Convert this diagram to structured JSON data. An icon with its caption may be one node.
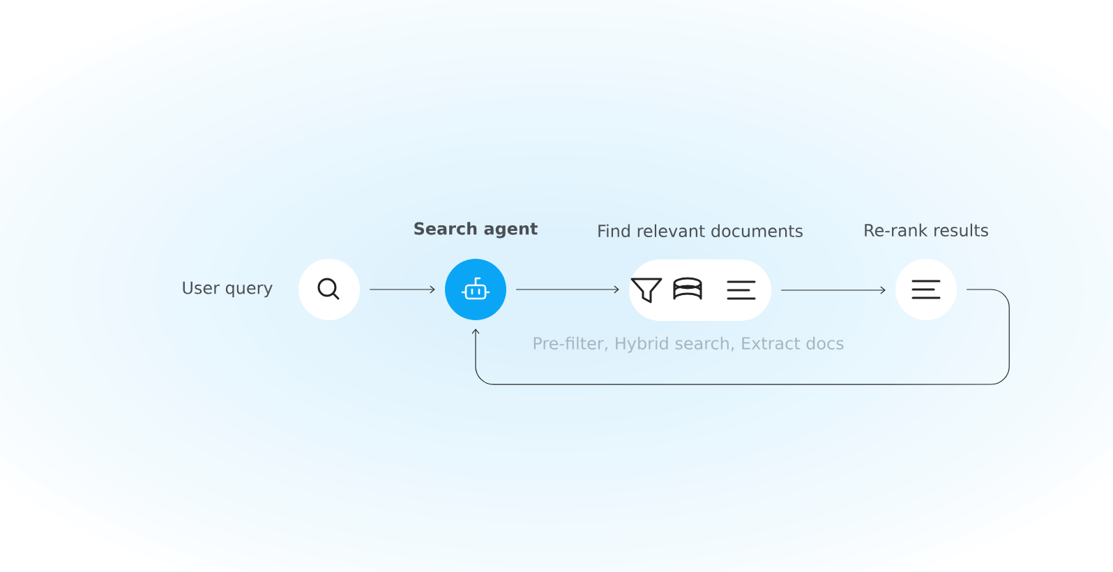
{
  "diagram": {
    "nodes": [
      {
        "text": [
          "User query"
        ]
      },
      {
        "text": [
          "Search agent"
        ]
      },
      {
        "text": [
          "Find relevant documents",
          "Pre-filter, Hybrid search, Extract docs"
        ]
      },
      {
        "text": [
          "Re-rank results"
        ]
      }
    ],
    "edges": [
      {
        "from": 0,
        "to": 1,
        "arrow": "to"
      },
      {
        "from": 1,
        "to": 2,
        "arrow": "to"
      },
      {
        "from": 2,
        "to": 3,
        "arrow": "to"
      },
      {
        "from": 3,
        "to": 1,
        "arrow": "to"
      }
    ]
  }
}
